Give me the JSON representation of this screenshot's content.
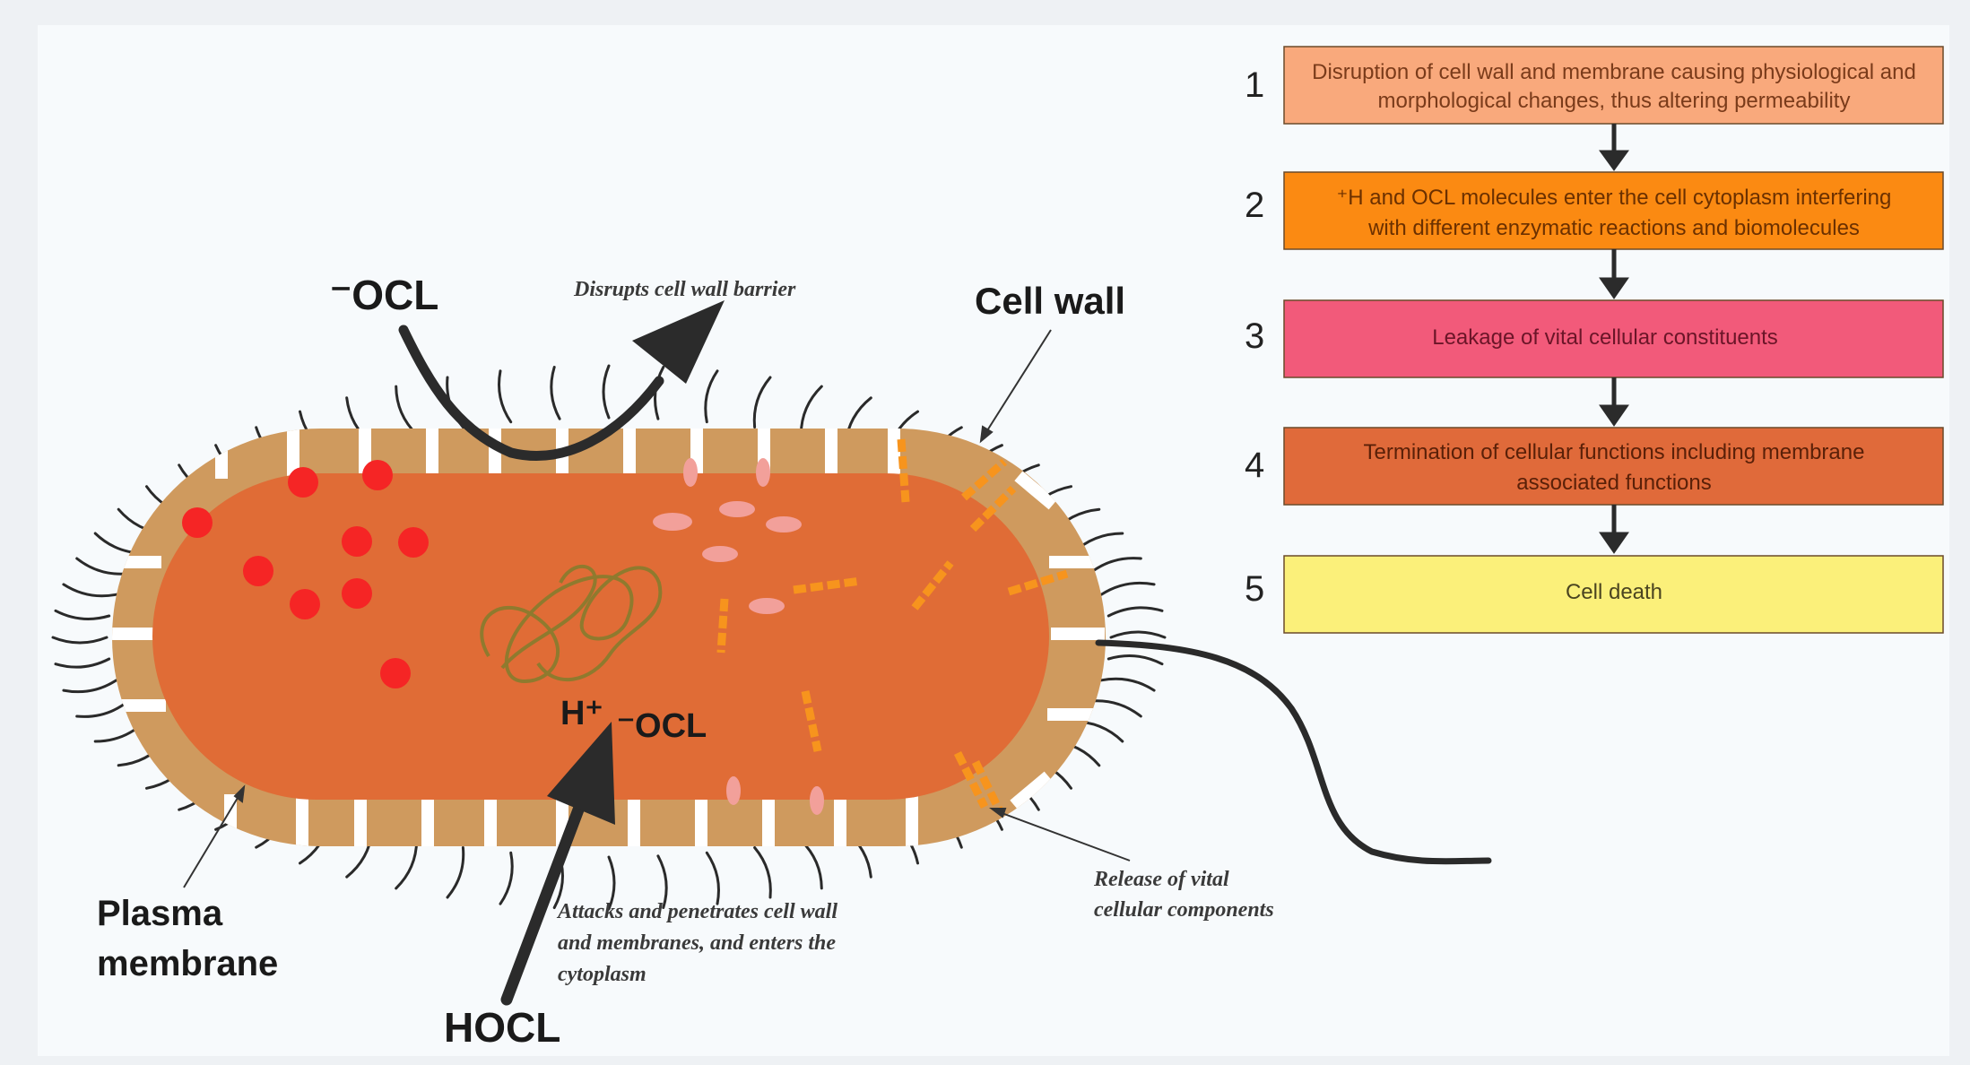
{
  "labels": {
    "ocl_top": "⁻OCL",
    "cell_wall": "Cell wall",
    "disrupts": "Disrupts cell wall barrier",
    "h_ocl_h": "H⁺",
    "h_ocl_ocl": "⁻OCL",
    "plasma_line1": "Plasma",
    "plasma_line2": "membrane",
    "hocl": "HOCL",
    "attacks_line1": "Attacks and penetrates cell wall",
    "attacks_line2": "and membranes, and enters the",
    "attacks_line3": "cytoplasm",
    "release_line1": "Release of vital",
    "release_line2": "cellular components"
  },
  "steps": [
    {
      "number": "1",
      "line1": "Disruption of cell wall and membrane causing physiological and",
      "line2": "morphological changes, thus altering permeability",
      "color": "#f9a97c",
      "text_color": "#7a3b1a"
    },
    {
      "number": "2",
      "line1": "⁺H and OCL molecules enter the cell cytoplasm interfering",
      "line2": "with different enzymatic reactions and biomolecules",
      "color": "#fb8a12",
      "text_color": "#6b3000"
    },
    {
      "number": "3",
      "line1": "Leakage of vital cellular constituents",
      "line2": "",
      "color": "#f25a7a",
      "text_color": "#6b1528"
    },
    {
      "number": "4",
      "line1": "Termination of cellular functions including membrane",
      "line2": "associated functions",
      "color": "#e06a3a",
      "text_color": "#5a2008"
    },
    {
      "number": "5",
      "line1": "Cell death",
      "line2": "",
      "color": "#fbf07a",
      "text_color": "#4a4420"
    }
  ],
  "colors": {
    "cytoplasm": "#e06c36",
    "wall": "#cf9a5e",
    "hair": "#2a2a2a",
    "arrow": "#2b2b2b",
    "red_dot": "#f52525",
    "vesicle": "#f2a09a",
    "rod": "#f7941d",
    "dna": "#8f7a2e"
  }
}
